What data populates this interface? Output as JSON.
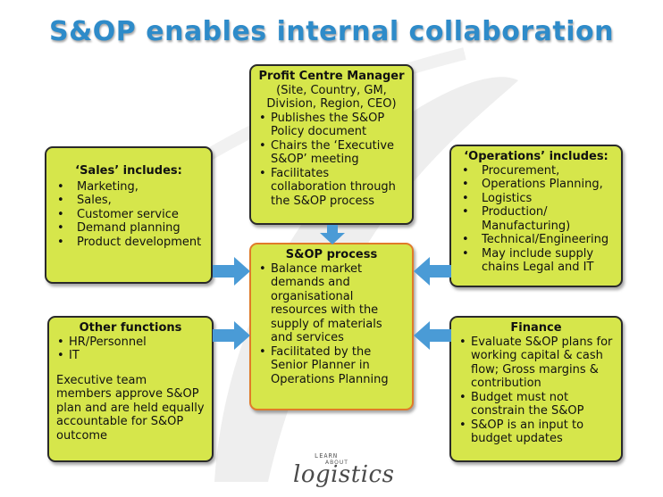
{
  "title": "S&OP enables internal collaboration",
  "profit_centre": {
    "heading": "Profit Centre Manager",
    "sub": "(Site, Country, GM, Division, Region, CEO)",
    "items": [
      "Publishes the S&OP Policy document",
      "Chairs the ‘Executive S&OP’ meeting",
      "Facilitates collaboration through the S&OP process"
    ]
  },
  "sales": {
    "heading": "‘Sales’ includes:",
    "items": [
      "Marketing,",
      "Sales,",
      "Customer service",
      "Demand planning",
      "Product development"
    ]
  },
  "operations": {
    "heading": "‘Operations’ includes:",
    "items": [
      "Procurement,",
      "Operations Planning,",
      "Logistics",
      "Production/ Manufacturing)",
      "Technical/Engineering",
      "May include supply chains Legal and IT"
    ]
  },
  "process": {
    "heading": "S&OP process",
    "items": [
      "Balance market demands and organisational resources with the supply of materials and services",
      "Facilitated by the Senior Planner in Operations Planning"
    ]
  },
  "other": {
    "heading": "Other functions",
    "items": [
      "HR/Personnel",
      "IT"
    ],
    "note": "Executive team members approve S&OP plan and are held equally accountable for S&OP outcome"
  },
  "finance": {
    "heading": "Finance",
    "items": [
      "Evaluate S&OP plans for working capital & cash flow; Gross margins & contribution",
      "Budget must not constrain the S&OP",
      "S&OP is an input to budget updates"
    ]
  },
  "logo": {
    "top": "LEARN",
    "mid": "ABOUT",
    "main": "logistics"
  },
  "colors": {
    "title": "#2e8bc9",
    "box_fill": "#d6e64b",
    "box_border": "#2a2a2a",
    "center_border": "#e07b2a",
    "arrow": "#4a9bd6"
  }
}
